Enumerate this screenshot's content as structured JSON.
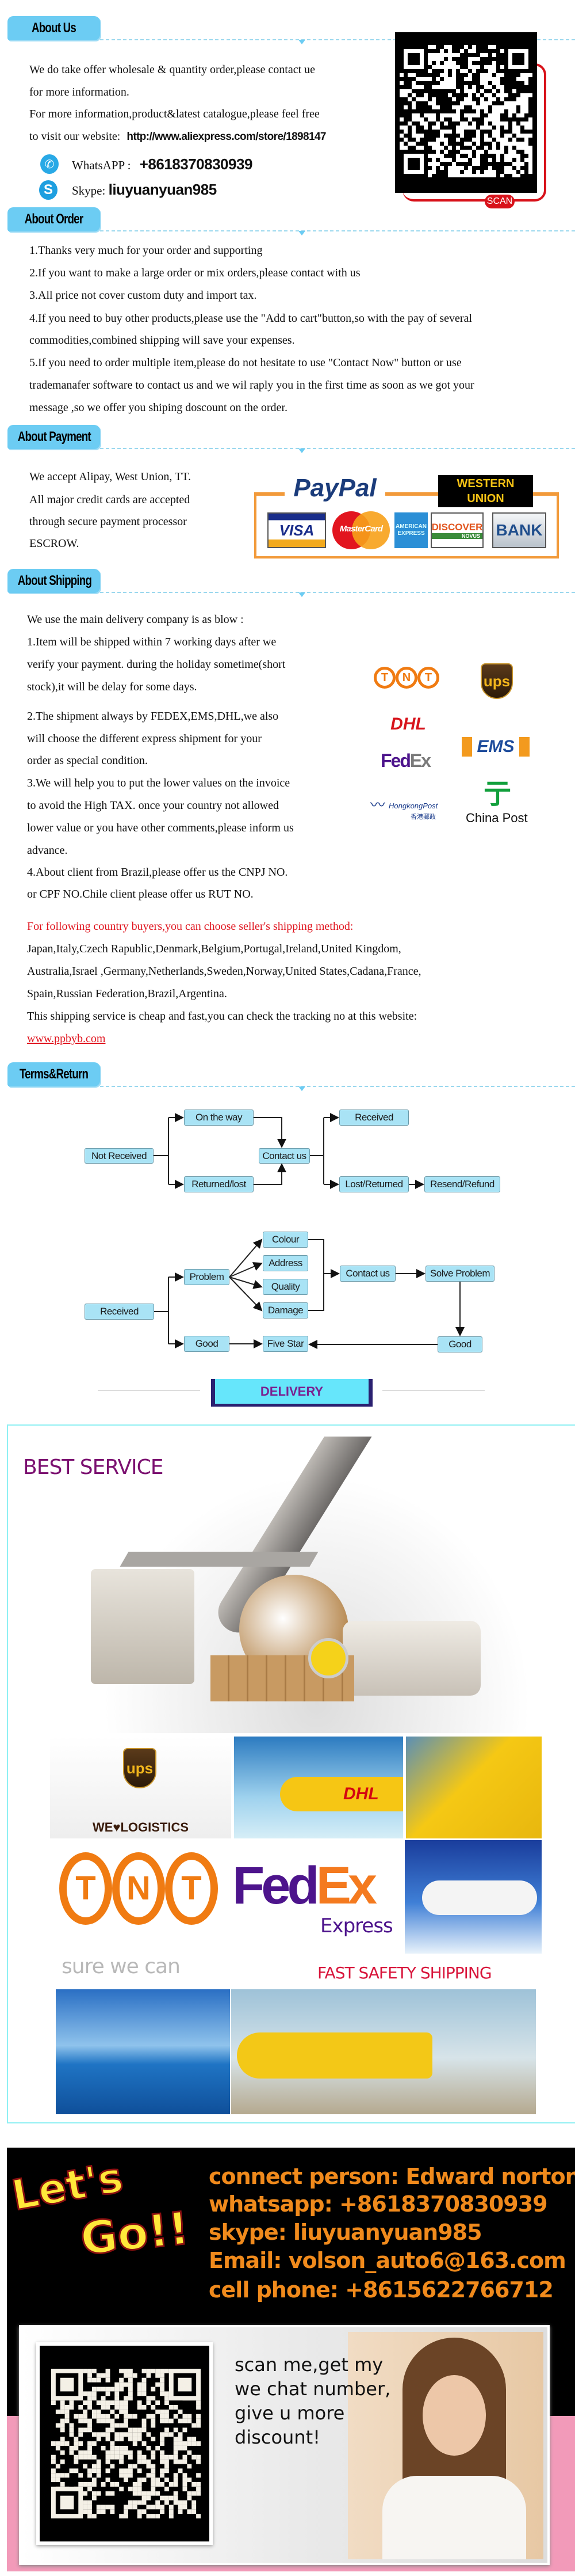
{
  "sections": {
    "about_us": "About Us",
    "about_order": "About Order",
    "about_payment": "About Payment",
    "about_shipping": "About Shipping",
    "terms_return": "Terms&Return"
  },
  "about_us": {
    "lines": [
      "We do take offer wholesale & quantity order,please contact ue",
      "for more information.",
      "For more information,product&latest catalogue,please feel free"
    ],
    "website_prefix": "to visit our website:",
    "website_url": "http://www.aliexpress.com/store/1898147",
    "whatsapp_label": "WhatsAPP :",
    "whatsapp": "+8618370830939",
    "skype_label": "Skype:",
    "skype": "liuyuanyuan985",
    "scan": "SCAN"
  },
  "order": {
    "lines": [
      "1.Thanks very much for your order and supporting",
      "2.If you want to make a large order or mix orders,please contact with us",
      "3.All price not cover custom duty and import tax.",
      "4.If you need to buy other products,please use the \"Add to cart\"button,so with the pay of several",
      "commodities,combined shipping will save your expenses.",
      "5.If you need to order multiple item,please do not hesitate to use \"Contact Now\" button or use",
      "trademanafer software to contact us and we wil raply you in the first time as soon as we got your",
      "message ,so we offer you shiping doscount on the order."
    ]
  },
  "payment": {
    "lines": [
      "We accept Alipay, West Union, TT.",
      "All major credit cards are accepted",
      "through secure payment processor",
      "ESCROW."
    ],
    "logos": {
      "paypal": "PayPal",
      "western": "WESTERN",
      "union": "UNION",
      "visa": "VISA",
      "mastercard": "MasterCard",
      "amex": "AMERICAN EXPRESS",
      "discover": "DISCOVER",
      "novus": "NOVUS",
      "bank": "BANK"
    }
  },
  "shipping": {
    "lines": [
      "We use the main delivery company is as blow :",
      "1.Item will be shipped within 7 working days after we",
      "verify your payment. during the holiday sometime(short",
      "stock),it will be delay for some days.",
      "2.The shipment always by FEDEX,EMS,DHL,we also",
      "will choose the different express shipment for your",
      "order as special condition.",
      "3.We will help you to put the lower values on the invoice",
      "to avoid the High  TAX. once your country not allowed",
      "lower value or you have other comments,please inform us",
      "advance.",
      "4.About client from Brazil,please offer us the CNPJ NO.",
      "or CPF NO.Chile client please offer us RUT NO."
    ],
    "red_note": "For following country buyers,you can choose seller's shipping method:",
    "countries": [
      "Japan,Italy,Czech Rapublic,Denmark,Belgium,Portugal,Ireland,United Kingdom,",
      "Australia,Israel ,Germany,Netherlands,Sweden,Norway,United States,Cadana,France,",
      "Spain,Russian Federation,Brazil,Argentina."
    ],
    "tracking_line": "This shipping service is cheap and fast,you can check the tracking no at this website:",
    "tracking_url": "www.ppbyb.com",
    "carriers": {
      "tnt": [
        "T",
        "N",
        "T"
      ],
      "ups": "ups",
      "dhl": "DHL",
      "ems": "EMS",
      "fedex_fed": "Fed",
      "fedex_ex": "Ex",
      "hk_post": "HongkongPost",
      "hk_post_cn": "香港郵政",
      "china_post": "China Post"
    }
  },
  "flow1": {
    "not_received": "Not Received",
    "on_the_way": "On the way",
    "returned_lost": "Returned/lost",
    "contact_us": "Contact us",
    "received": "Received",
    "lost_returned": "Lost/Returned",
    "resend_refund": "Resend/Refund"
  },
  "flow2": {
    "received": "Received",
    "problem": "Problem",
    "good": "Good",
    "colour": "Colour",
    "address": "Address",
    "quality": "Quality",
    "damage": "Damage",
    "five_star": "Five Star",
    "contact_us": "Contact us",
    "solve_problem": "Solve Problem",
    "good_after": "Good"
  },
  "delivery": {
    "banner": "DELIVERY",
    "best_service": "BEST SERVICE",
    "ups_tag": "WE♥LOGISTICS",
    "ups": "ups",
    "dhl": "DHL",
    "tnt": [
      "T",
      "N",
      "T"
    ],
    "fedex_fed": "Fed",
    "fedex_ex": "Ex",
    "express": "Express",
    "sure_we_can": "sure we can",
    "fast_safety": "FAST SAFETY SHIPPING"
  },
  "contact": {
    "lets": "Let's",
    "go": "Go!!",
    "lines": [
      "connect person: Edward norton",
      "whatsapp:  +8618370830939",
      "skype: liuyuanyuan985",
      "Email: volson_auto6@163.com",
      "cell phone: +8615622766712"
    ],
    "scan_text": [
      "scan me,get my",
      "we chat number,",
      "give u more",
      "discount!"
    ]
  },
  "colors": {
    "tab": "#6cccf3",
    "flow_box": "#a9e3f5",
    "red": "#e0141e",
    "orange_contact": "#f08a1c",
    "pink_bg": "#f29ab9"
  }
}
